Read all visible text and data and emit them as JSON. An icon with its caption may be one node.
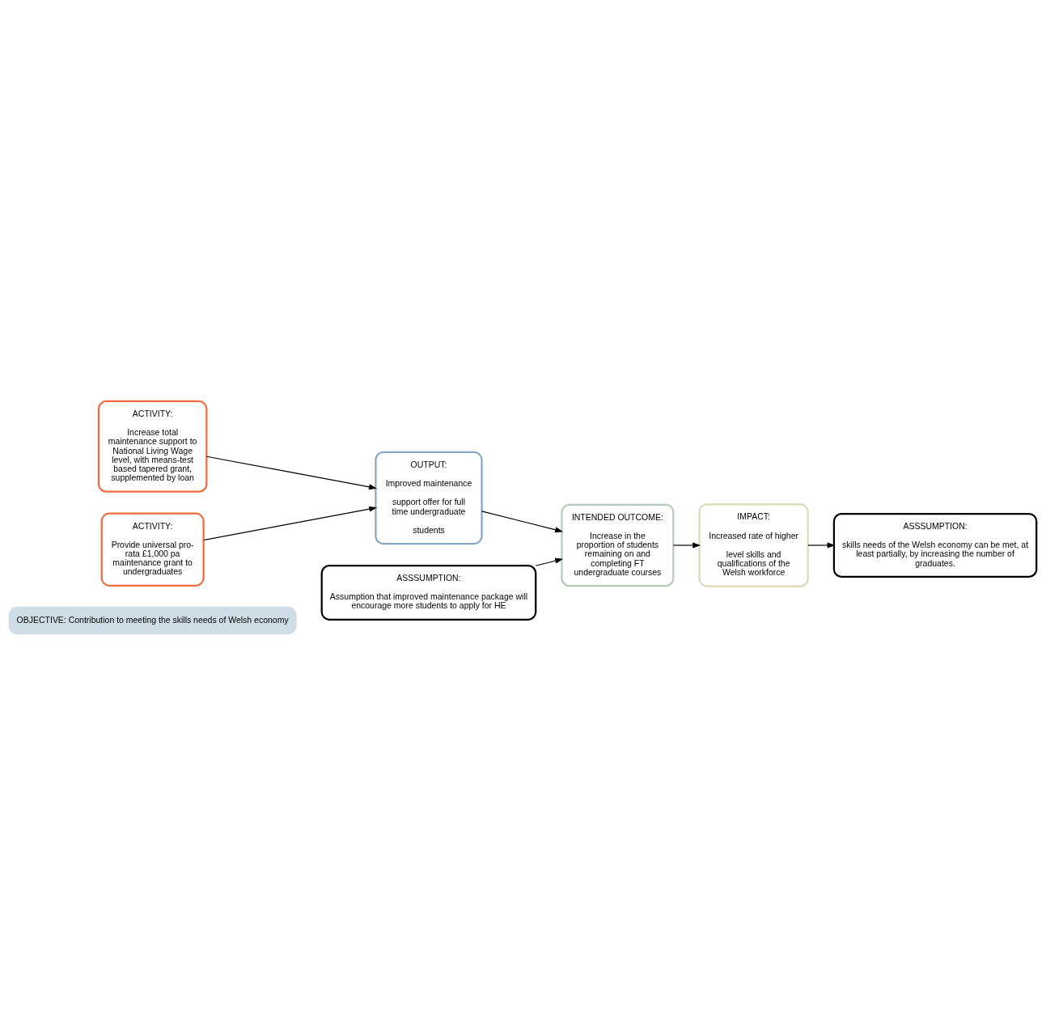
{
  "diagram": {
    "nodes": [
      {
        "text": [
          "OBJECTIVE: Contribution to meeting the skills needs of Welsh economy"
        ]
      },
      {
        "text": [
          "ACTIVITY:",
          "Increase total maintenance support to National Living Wage level, with means-test based tapered grant, supplemented by loan"
        ]
      },
      {
        "text": [
          "ASSSUMPTION:",
          "skills needs of the Welsh economy can be met, at least partially, by increasing the number of graduates."
        ]
      },
      {
        "text": [
          "OUTPUT:",
          "Improved maintenance",
          "support offer for full time undergraduate",
          "students"
        ]
      },
      {
        "text": [
          "INTENDED OUTCOME:",
          "Increase in the proportion of students remaining on and completing FT undergraduate courses"
        ]
      },
      {
        "text": [
          "IMPACT:",
          "Increased rate of higher",
          "level skills and qualifications of the Welsh workforce"
        ]
      },
      {
        "text": [
          "ACTIVITY:",
          "Provide universal pro-rata £1,000 pa maintenance grant to undergraduates"
        ]
      },
      {
        "text": [
          "ASSSUMPTION:",
          "Assumption that improved maintenance package will encourage more students to apply for HE"
        ]
      }
    ],
    "edges": [
      {
        "from": 1,
        "to": 3,
        "arrow": "to"
      },
      {
        "from": 6,
        "to": 3,
        "arrow": "to"
      },
      {
        "from": 3,
        "to": 4,
        "arrow": "to"
      },
      {
        "from": 4,
        "to": 5,
        "arrow": "to"
      },
      {
        "from": 7,
        "to": 4,
        "arrow": "to"
      },
      {
        "from": 5,
        "to": 2,
        "arrow": "to"
      }
    ]
  }
}
